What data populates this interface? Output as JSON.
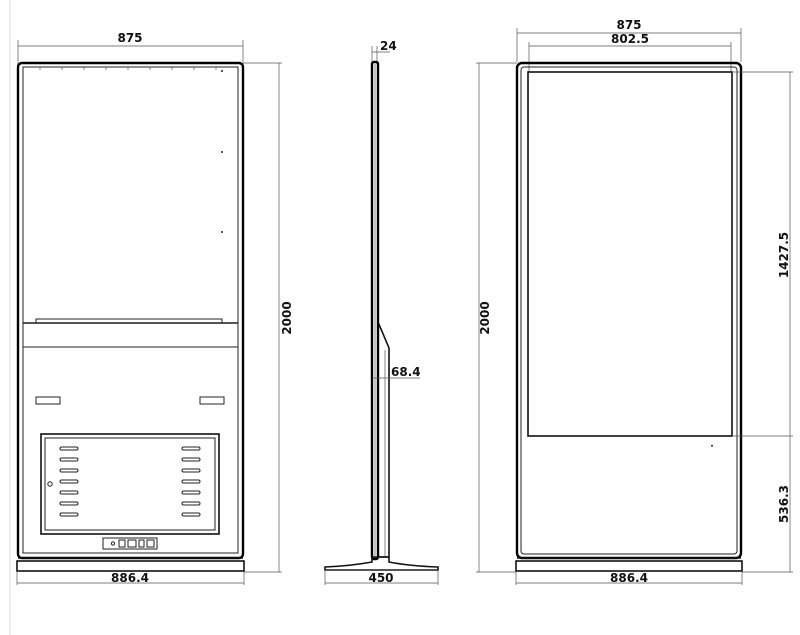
{
  "drawing": {
    "front_back": {
      "width_top": "875",
      "height": "2000",
      "base_width": "886.4"
    },
    "side": {
      "thickness": "24",
      "bulge_depth": "68.4",
      "base_depth": "450"
    },
    "front": {
      "width_top": "875",
      "screen_width": "802.5",
      "height": "2000",
      "screen_height": "1427.5",
      "lower_height": "536.3",
      "base_width": "886.4"
    }
  }
}
